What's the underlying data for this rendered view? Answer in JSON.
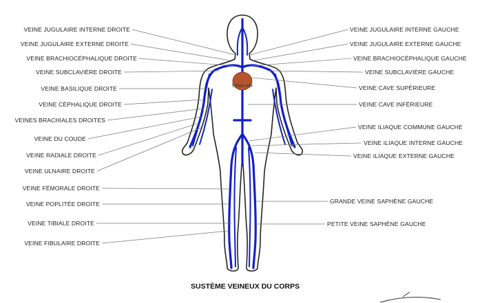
{
  "title": "SUSTÈME VEINEUX DU CORPS",
  "heart_watermark": "fiches-ide",
  "colors": {
    "vein": "#1020c8",
    "heart": "#b5552f"
  },
  "left_labels": [
    "VEINE JUGULAIRE INTERNE DROITE",
    "VEINE JUGULAIRE EXTERNE DROITE",
    "VEINE BRACHIOCÉPHALIQUE DROITE",
    "VEINE SUBCLAVIÈRE DROITE",
    "VEINE BASILIQUE DROITE",
    "VEINE CÉPHALIQUE DROITE",
    "VEINES BRACHIALES DROITES",
    "VEINE DU COUDE",
    "VEINE RADIALE DROITE",
    "VEINE ULNAIRE DROITE",
    "VEINE FÉMORALE DROITE",
    "VEINE POPLITÉE DROITE",
    "VEINE TIBIALE DROITE",
    "VEINE FIBULAIRE DROITE"
  ],
  "right_labels": [
    "VEINE JUGULAIRE INTERNE GAUCHE",
    "VEINE JUGULAIRE EXTERNE GAUCHE",
    "VEINE BRACHIOCÉPHALIQUE GAUCHE",
    "VEINE SUBCLAVIÈRE GAUCHE",
    "VEINE CAVE SUPÉRIEURE",
    "VEINE CAVE INFÉRIEURE",
    "VEINE ILIAQUE COMMUNE GAUCHE",
    "VEINE ILIAQUE INTERNE GAUCHE",
    "VEINE ILIAQUE EXTERNE GAUCHE",
    "GRANDE VEINE SAPHÈNE GAUCHE",
    "PETITE VEINE SAPHÈNE GAUCHE"
  ]
}
